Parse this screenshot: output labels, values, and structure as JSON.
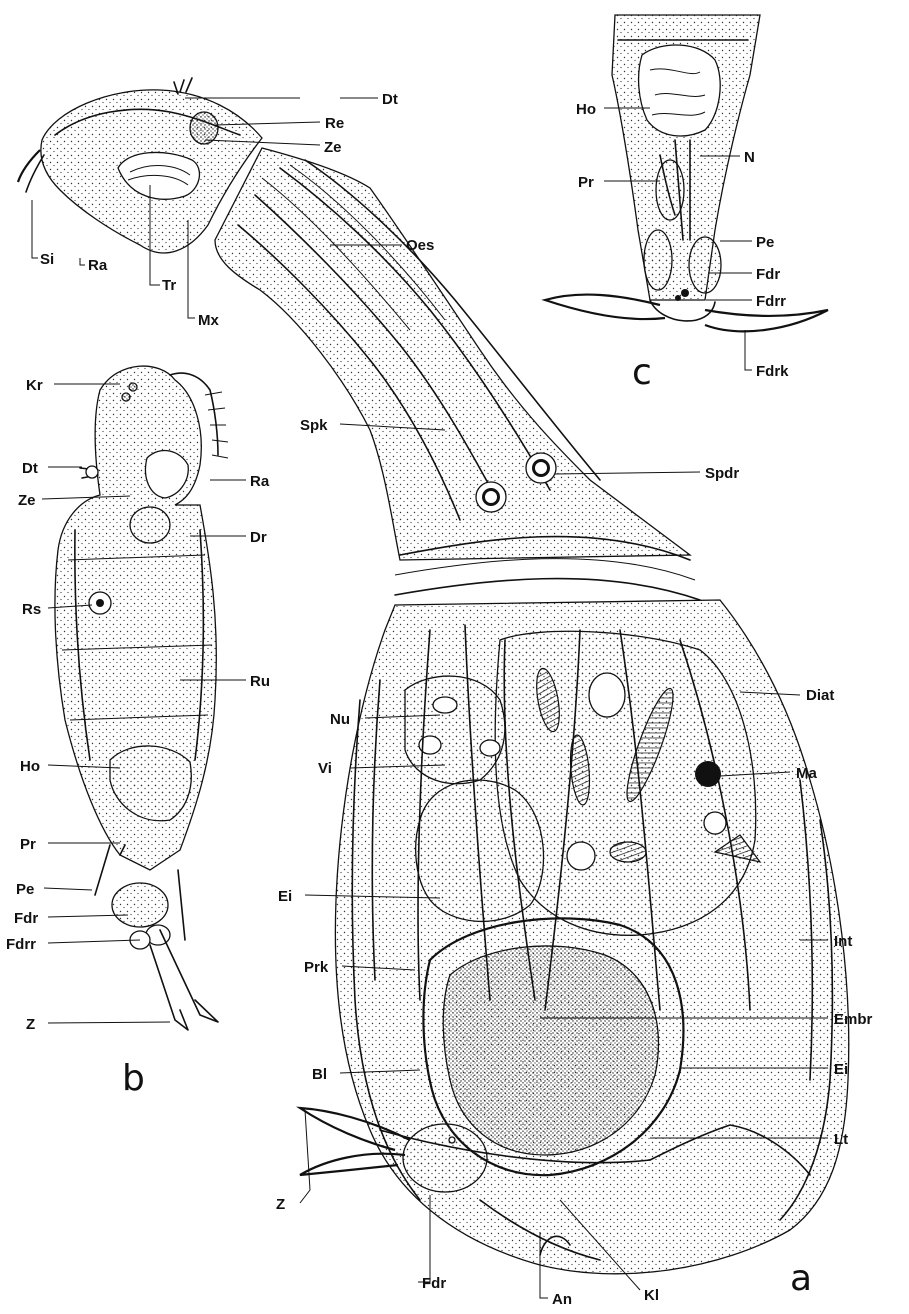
{
  "figure": {
    "panel_a_label": "a",
    "panel_b_label": "b",
    "panel_c_label": "c",
    "labels_a": {
      "dt": "Dt",
      "re": "Re",
      "ze": "Ze",
      "si": "Si",
      "ra": "Ra",
      "tr": "Tr",
      "mx": "Mx",
      "oes": "Oes",
      "spk": "Spk",
      "spdr": "Spdr",
      "diat": "Diat",
      "nu": "Nu",
      "vi": "Vi",
      "ma": "Ma",
      "ei_upper": "Ei",
      "int": "Int",
      "prk": "Prk",
      "embr": "Embr",
      "bl": "Bl",
      "ei_lower": "Ei",
      "lt": "Lt",
      "z": "Z",
      "fdr": "Fdr",
      "an": "An",
      "kl": "Kl"
    },
    "labels_b": {
      "kr": "Kr",
      "dt": "Dt",
      "ra": "Ra",
      "ze": "Ze",
      "dr": "Dr",
      "rs": "Rs",
      "ru": "Ru",
      "ho": "Ho",
      "pr": "Pr",
      "pe": "Pe",
      "fdr": "Fdr",
      "fdrr": "Fdrr",
      "z": "Z"
    },
    "labels_c": {
      "ho": "Ho",
      "n": "N",
      "pr": "Pr",
      "pe": "Pe",
      "fdr": "Fdr",
      "fdrr": "Fdrr",
      "fdrk": "Fdrk"
    }
  }
}
